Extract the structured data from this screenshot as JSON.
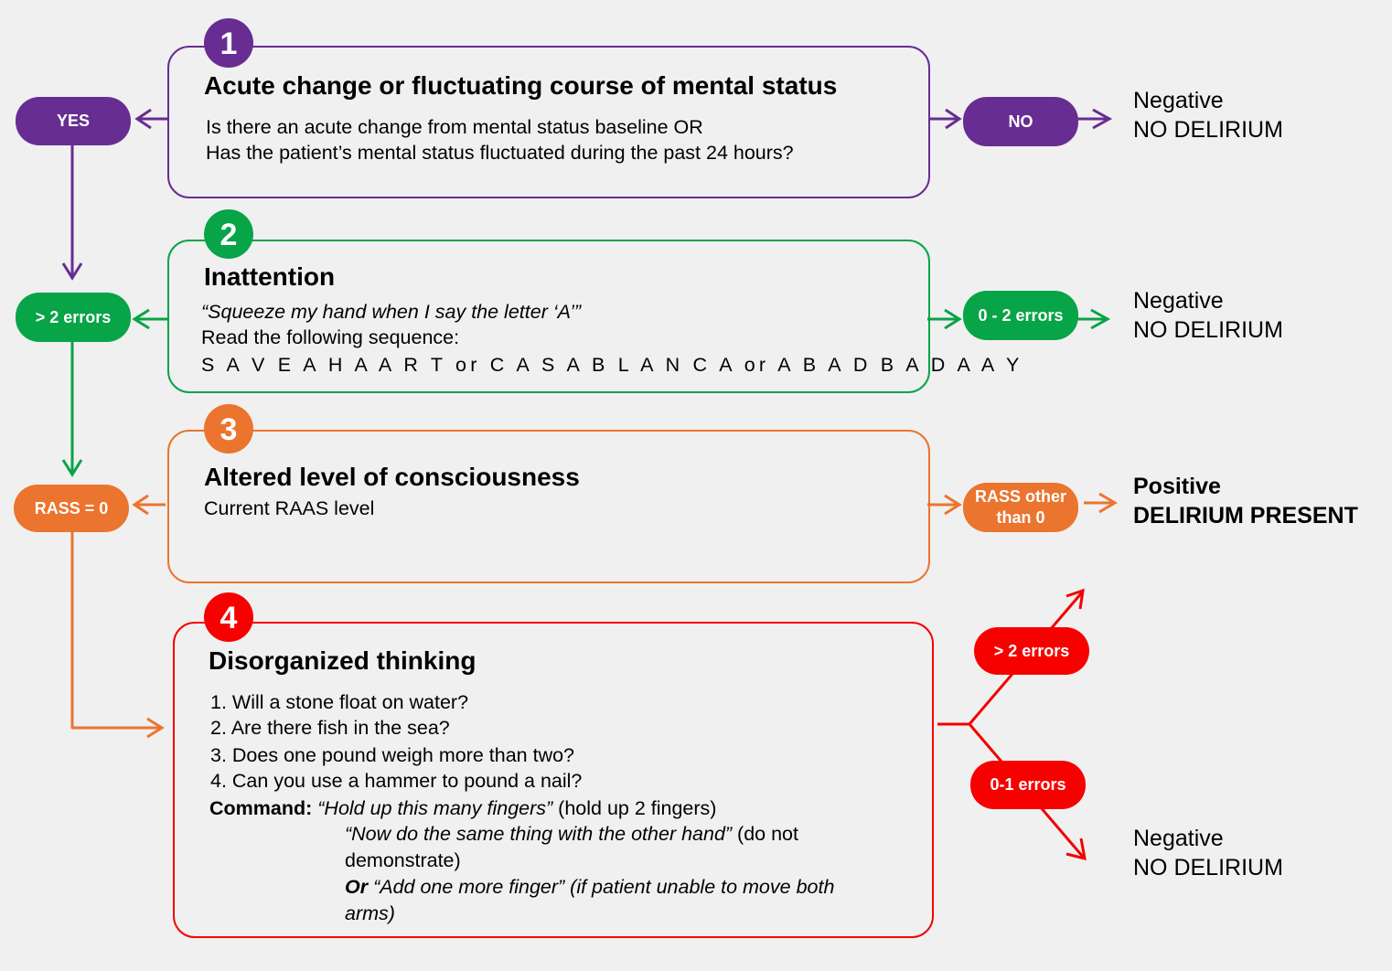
{
  "colors": {
    "step1": "#672d93",
    "step2": "#08a448",
    "step3": "#eb742e",
    "step4": "#f20000",
    "background": "#f0f0f0"
  },
  "steps": [
    {
      "number": "1",
      "title": "Acute change or fluctuating course of mental status",
      "lines": [
        "Is there an acute change from mental status baseline OR",
        "Has the patient’s mental status fluctuated during the past 24 hours?"
      ]
    },
    {
      "number": "2",
      "title": "Inattention",
      "instruction": "“Squeeze my hand when I say the letter ‘A’”",
      "line2": "Read the following sequence:",
      "sequence": "S A V E A H A A R T  or C A S A B L A N C A  or A B A D B A D A A Y"
    },
    {
      "number": "3",
      "title": "Altered level of consciousness",
      "line": "Current RAAS level"
    },
    {
      "number": "4",
      "title": "Disorganized thinking",
      "questions": [
        "1.  Will a stone float on water?",
        "2.  Are there fish in the sea?",
        "3.  Does one pound weigh more than two?",
        "4.  Can you use a hammer to pound a nail?"
      ],
      "command_label": "Command:",
      "command_quote": "“Hold up this many fingers”",
      "command_note": " (hold up 2 fingers)",
      "command2_quote": "“Now do the same thing with the other hand”",
      "command2_note": " (do not",
      "command2_note_cont": "demonstrate)",
      "or_label": "Or",
      "or_quote": " “Add one more finger”",
      "or_note": " (if patient unable to move both",
      "or_note_cont": "arms)"
    }
  ],
  "pills": {
    "yes": "YES",
    "no": "NO",
    "step2_left": "> 2 errors",
    "step2_right": "0 - 2 errors",
    "step3_left": "RASS = 0",
    "step3_right_line1": "RASS other",
    "step3_right_line2": "than 0",
    "step4_up": "> 2 errors",
    "step4_down": "0-1 errors"
  },
  "results": {
    "negative_label": "Negative",
    "negative_value": "NO DELIRIUM",
    "positive_label": "Positive",
    "positive_value": "DELIRIUM PRESENT"
  }
}
